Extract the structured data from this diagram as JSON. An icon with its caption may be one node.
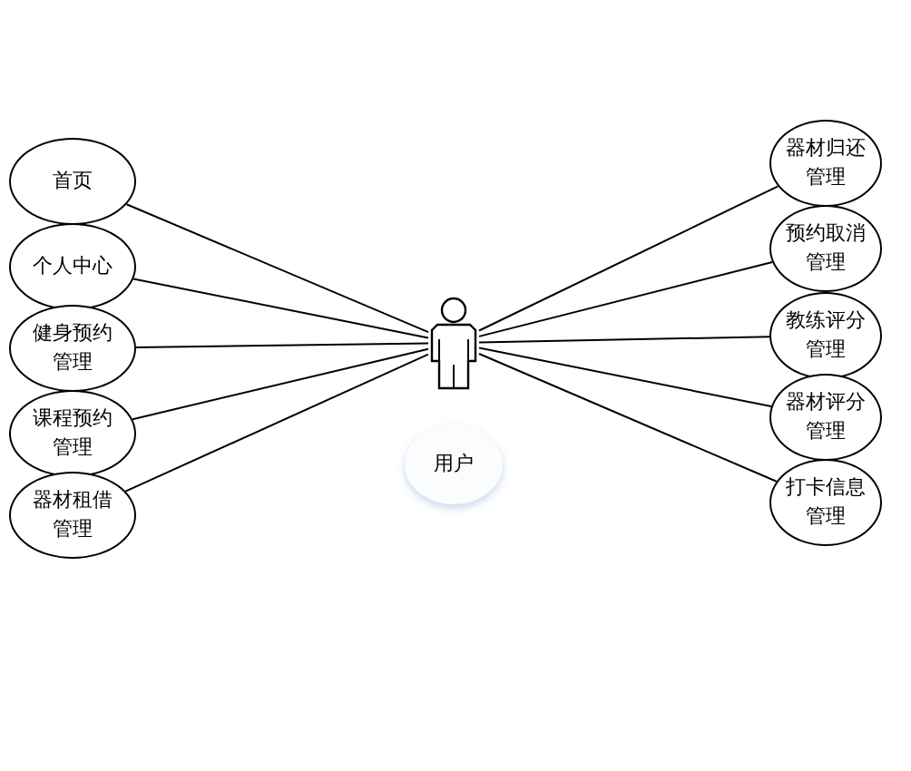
{
  "diagram": {
    "nodes": [
      {
        "text": [],
        "shape": "person"
      },
      {
        "text": [
          "用户"
        ]
      },
      {
        "text": [
          "首页"
        ]
      },
      {
        "text": [
          "个人中心"
        ]
      },
      {
        "text": [
          "健身预约管理"
        ]
      },
      {
        "text": [
          "课程预约管理"
        ]
      },
      {
        "text": [
          "器材租借管理"
        ]
      },
      {
        "text": [
          "器材归还管理"
        ]
      },
      {
        "text": [
          "预约取消管理"
        ]
      },
      {
        "text": [
          "教练评分管理"
        ]
      },
      {
        "text": [
          "器材评分管理"
        ]
      },
      {
        "text": [
          "打卡信息管理"
        ]
      }
    ],
    "edges": [
      {
        "from": 0,
        "to": 2,
        "arrow": "none"
      },
      {
        "from": 0,
        "to": 3,
        "arrow": "none"
      },
      {
        "from": 0,
        "to": 4,
        "arrow": "none"
      },
      {
        "from": 0,
        "to": 5,
        "arrow": "none"
      },
      {
        "from": 0,
        "to": 6,
        "arrow": "none"
      },
      {
        "from": 0,
        "to": 7,
        "arrow": "none"
      },
      {
        "from": 0,
        "to": 8,
        "arrow": "none"
      },
      {
        "from": 0,
        "to": 9,
        "arrow": "none"
      },
      {
        "from": 0,
        "to": 10,
        "arrow": "none"
      },
      {
        "from": 0,
        "to": 11,
        "arrow": "none"
      }
    ]
  }
}
